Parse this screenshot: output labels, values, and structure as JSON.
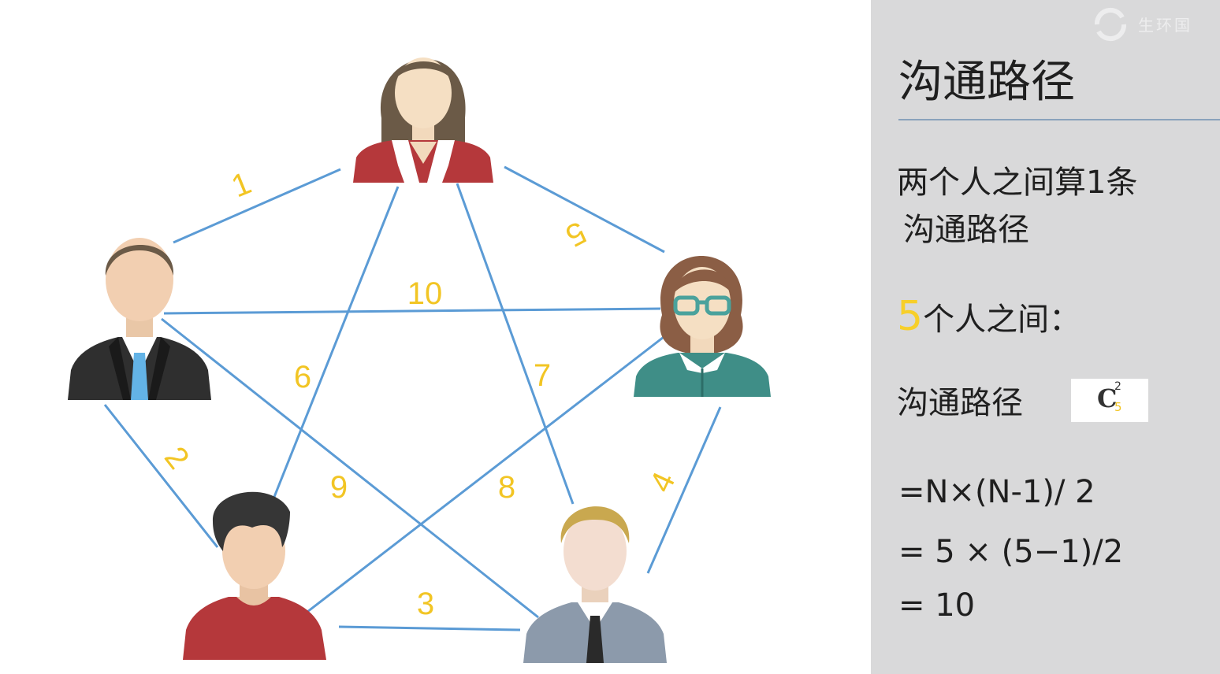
{
  "panel": {
    "watermark_text": "生环国",
    "title": "沟通路径",
    "line1": "两个人之间算1条",
    "line2": "沟通路径",
    "count_number": "5",
    "count_text": "个人之间：",
    "formula_label": "沟通路径",
    "combination": {
      "letter": "C",
      "superscript": "2",
      "subscript": "5"
    },
    "equations": [
      "=N×(N-1)/ 2",
      "= 5 × (5−1)/2",
      "= 10"
    ]
  },
  "diagram": {
    "edge_labels": [
      "1",
      "2",
      "3",
      "4",
      "5",
      "6",
      "7",
      "8",
      "9",
      "10"
    ],
    "people": [
      {
        "name": "woman-top"
      },
      {
        "name": "man-left"
      },
      {
        "name": "woman-glasses"
      },
      {
        "name": "man-bottom-left"
      },
      {
        "name": "man-bottom-right"
      }
    ]
  },
  "colors": {
    "edge": "#5b9bd5",
    "label": "#f2c524",
    "panel_bg": "#d9d9da"
  }
}
